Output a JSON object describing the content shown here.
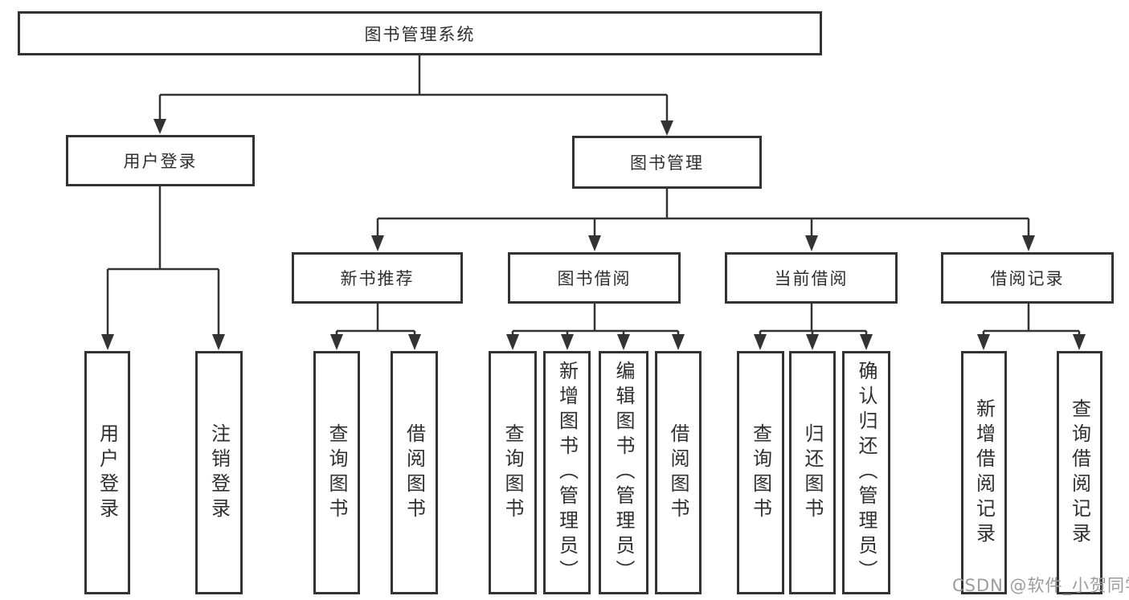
{
  "diagram": {
    "root": {
      "label": "图书管理系统"
    },
    "branches": [
      {
        "label": "用户登录",
        "children": [
          {
            "label": "用户登录"
          },
          {
            "label": "注销登录"
          }
        ]
      },
      {
        "label": "图书管理",
        "children": [
          {
            "label": "新书推荐",
            "children": [
              {
                "label": "查询图书"
              },
              {
                "label": "借阅图书"
              }
            ]
          },
          {
            "label": "图书借阅",
            "children": [
              {
                "label": "查询图书"
              },
              {
                "label": "新增图书（管理员）"
              },
              {
                "label": "编辑图书（管理员）"
              },
              {
                "label": "借阅图书"
              }
            ]
          },
          {
            "label": "当前借阅",
            "children": [
              {
                "label": "查询图书"
              },
              {
                "label": "归还图书"
              },
              {
                "label": "确认归还（管理员）"
              }
            ]
          },
          {
            "label": "借阅记录",
            "children": [
              {
                "label": "新增借阅记录"
              },
              {
                "label": "查询借阅记录"
              }
            ]
          }
        ]
      }
    ],
    "watermark": "CSDN @软件_小贺同学",
    "colors": {
      "line": "#333333",
      "text": "#2f2f2f",
      "background": "#ffffff",
      "watermark": "#9c9c9c"
    }
  }
}
